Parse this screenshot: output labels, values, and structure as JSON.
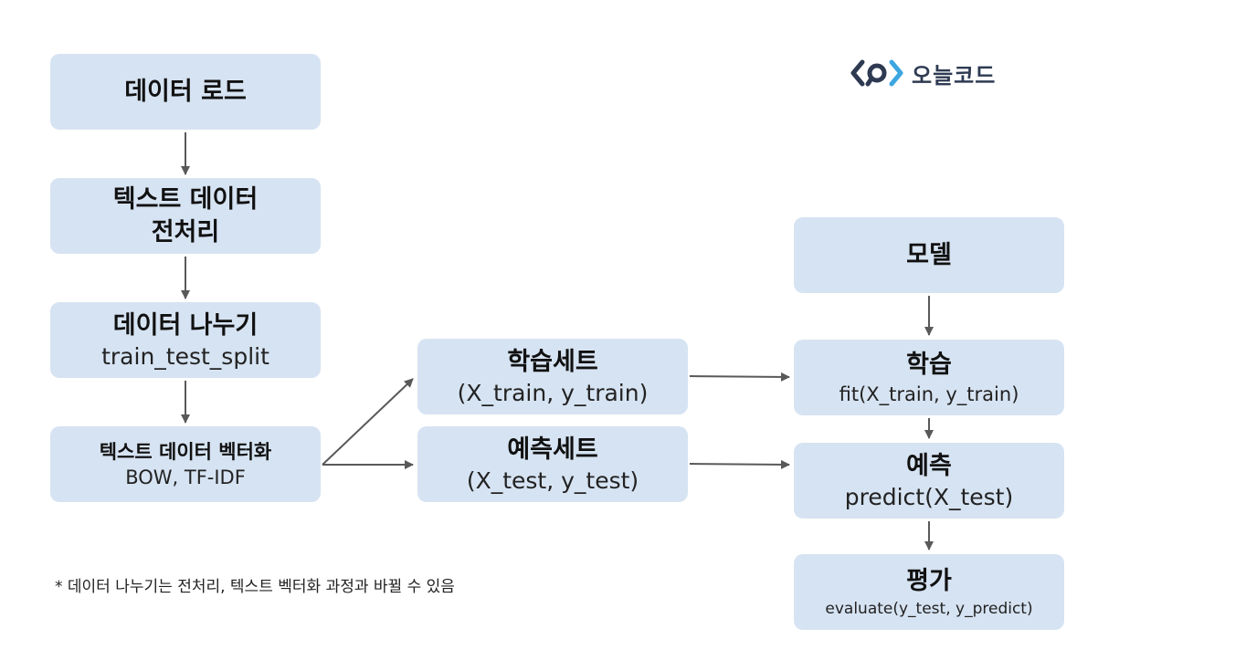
{
  "logo": {
    "name": "오늘코드",
    "icon": "code-bracket-logo-icon",
    "accent_color": "#3da6e0",
    "dark_color": "#2e3a52"
  },
  "steps": {
    "load": {
      "title": "데이터 로드"
    },
    "preprocess": {
      "title": "텍스트 데이터\n전처리"
    },
    "split": {
      "title": "데이터 나누기",
      "subtitle": "train_test_split"
    },
    "vectorize": {
      "title": "텍스트 데이터 벡터화",
      "subtitle": "BOW, TF-IDF"
    },
    "train_set": {
      "title": "학습세트",
      "subtitle": "(X_train, y_train)"
    },
    "test_set": {
      "title": "예측세트",
      "subtitle": "(X_test, y_test)"
    },
    "model": {
      "title": "모델"
    },
    "fit": {
      "title": "학습",
      "subtitle": "fit(X_train, y_train)"
    },
    "predict": {
      "title": "예측",
      "subtitle": "predict(X_test)"
    },
    "evaluate": {
      "title": "평가",
      "subtitle": "evaluate(y_test, y_predict)"
    }
  },
  "footnote": "* 데이터 나누기는 전처리, 텍스트 벡터화 과정과 바뀔 수 있음",
  "colors": {
    "box_fill": "#d6e3f2",
    "arrow": "#595959"
  }
}
